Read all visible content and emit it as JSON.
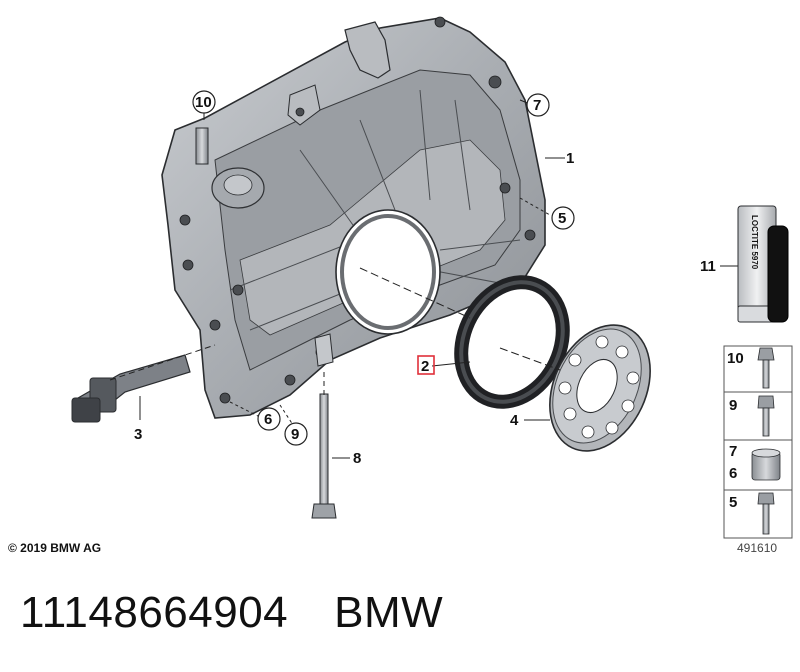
{
  "diagram": {
    "callouts": {
      "c1": "1",
      "c2": "2",
      "c3": "3",
      "c4": "4",
      "c5": "5",
      "c6": "6",
      "c7": "7",
      "c8": "8",
      "c9": "9",
      "c10": "10",
      "c11": "11"
    },
    "legend": {
      "row1": [
        "10"
      ],
      "row2": [
        "9"
      ],
      "row3": [
        "7",
        "6"
      ],
      "row4": [
        "5"
      ]
    },
    "tube_label": "LOCTITE 5970",
    "highlight_color": "#e0303a"
  },
  "footer": {
    "copyright": "© 2019 BMW AG",
    "diagram_id": "491610"
  },
  "caption": {
    "part_number": "11148664904",
    "brand": "BMW"
  }
}
